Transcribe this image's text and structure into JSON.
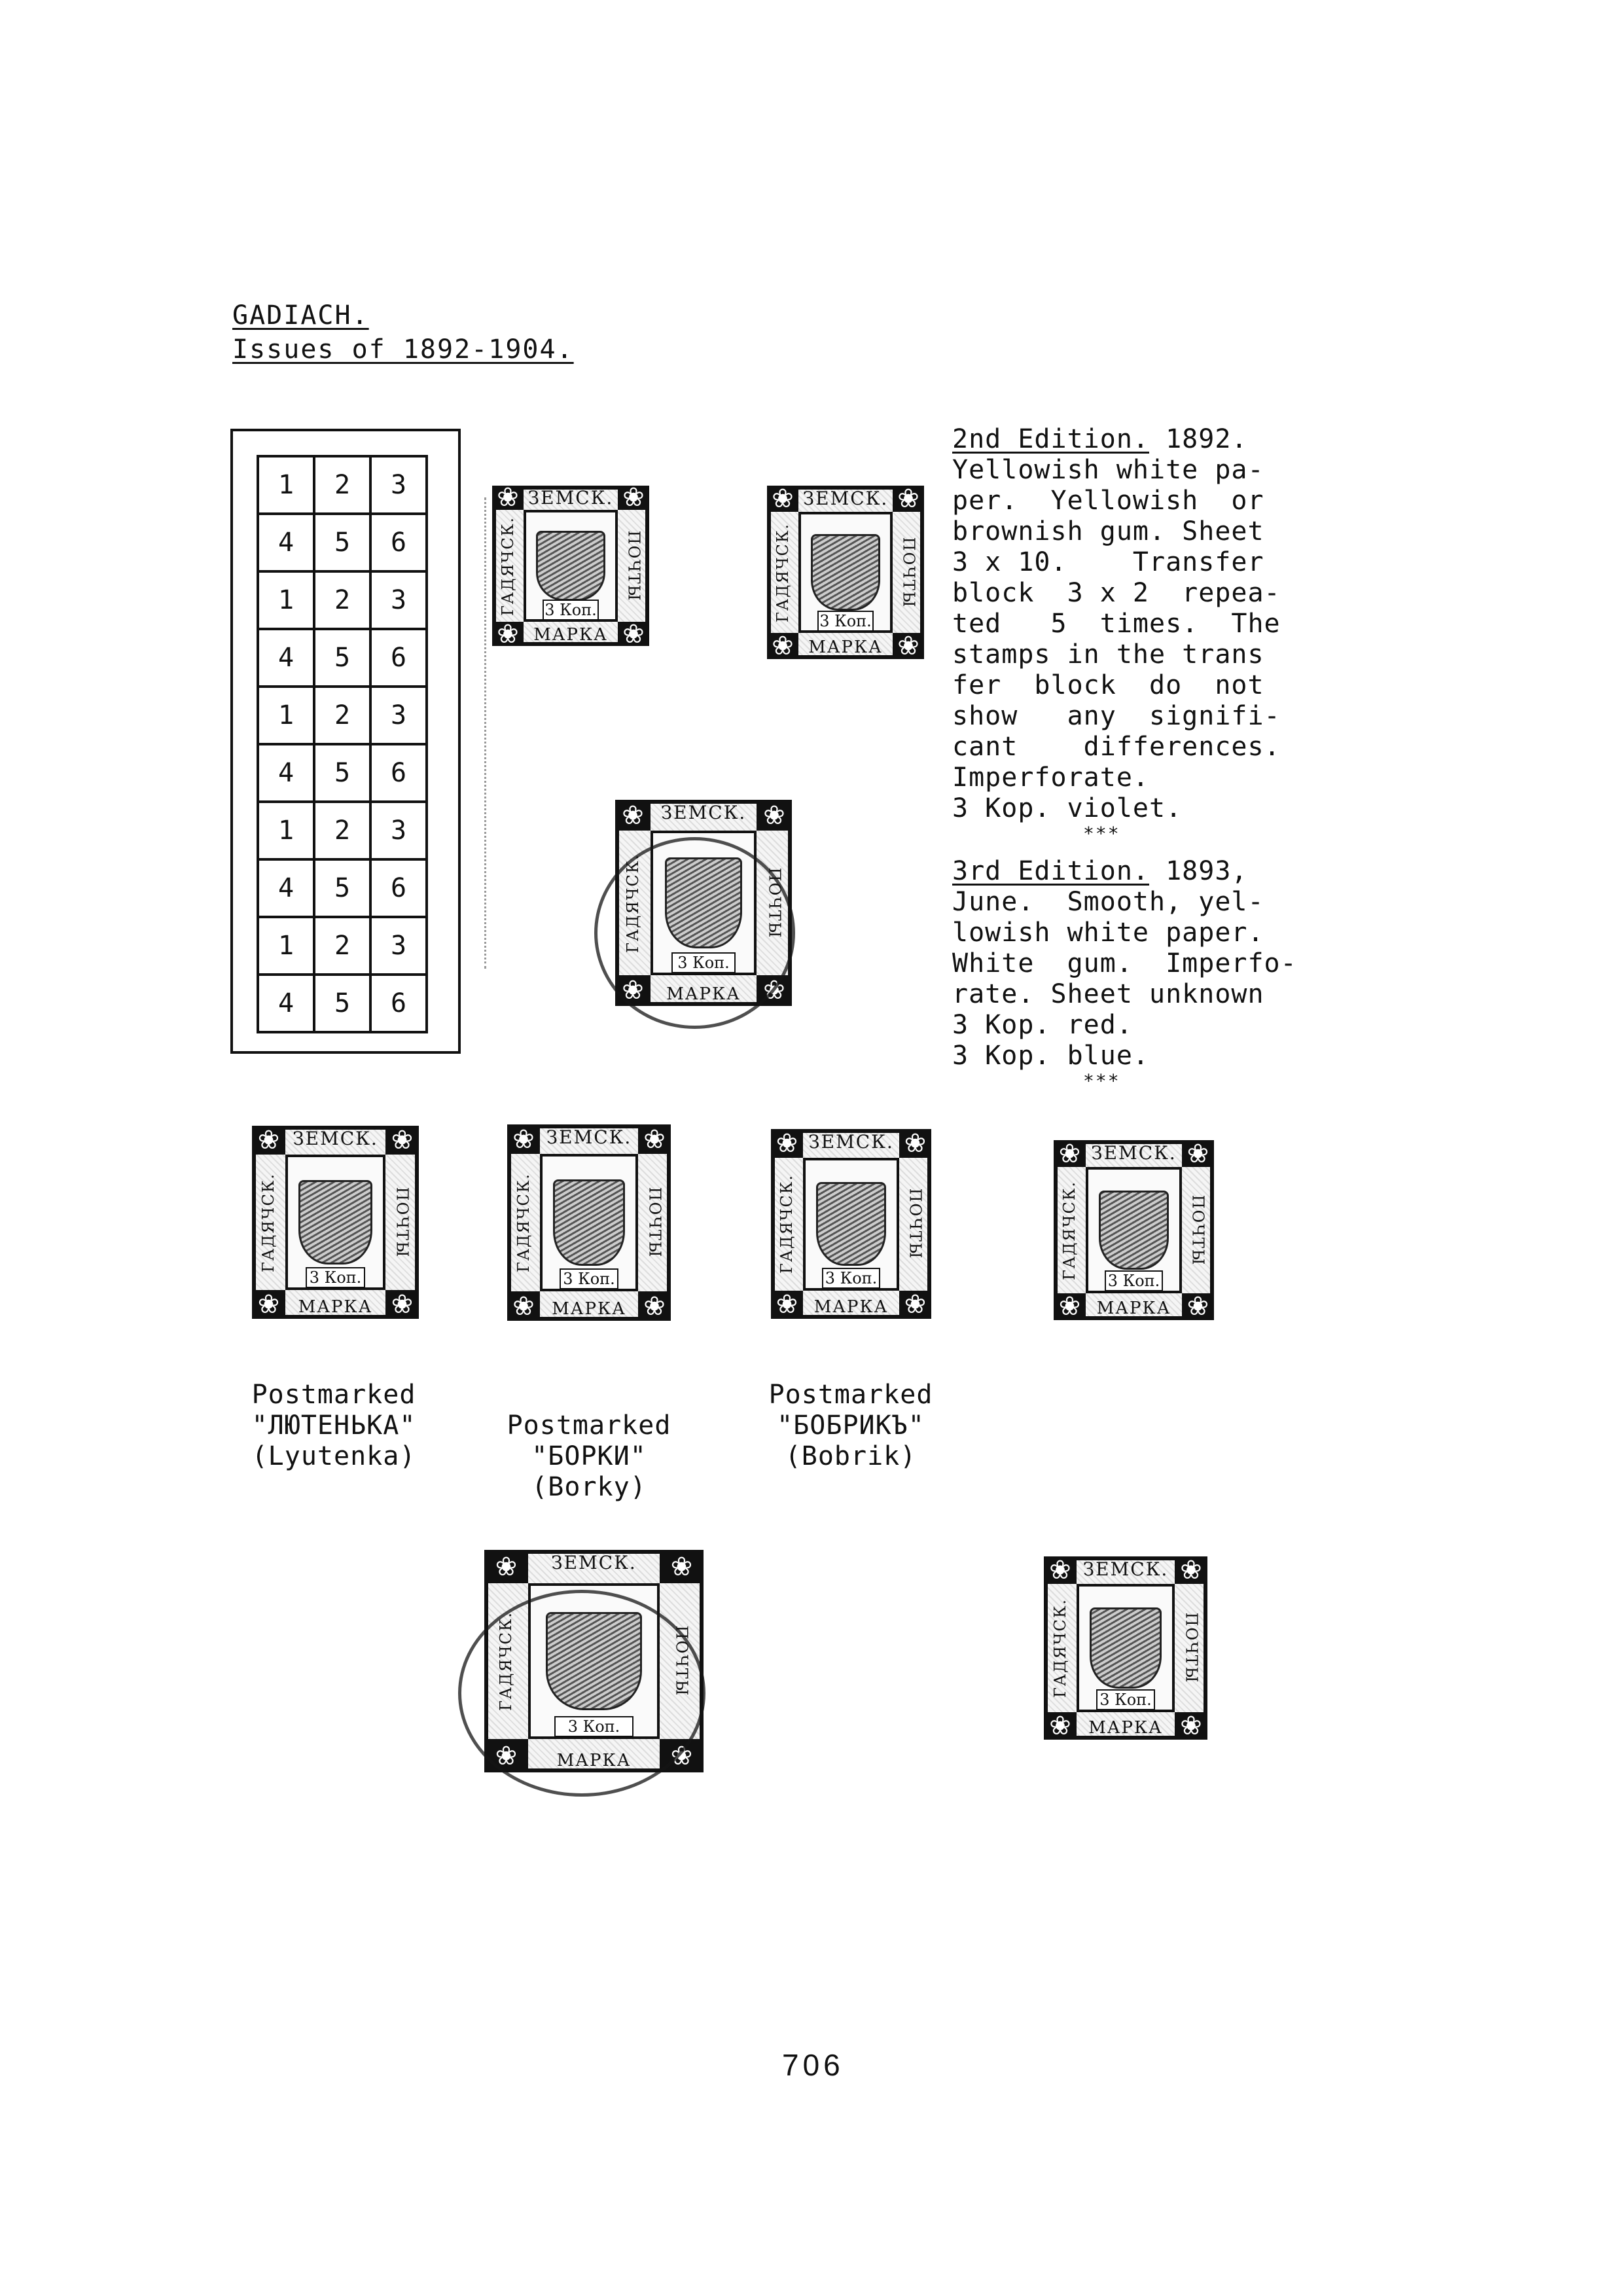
{
  "header": {
    "title": "GADIACH.",
    "subtitle": "Issues of 1892-1904."
  },
  "sheet": {
    "rows": [
      [
        "1",
        "2",
        "3"
      ],
      [
        "4",
        "5",
        "6"
      ],
      [
        "1",
        "2",
        "3"
      ],
      [
        "4",
        "5",
        "6"
      ],
      [
        "1",
        "2",
        "3"
      ],
      [
        "4",
        "5",
        "6"
      ],
      [
        "1",
        "2",
        "3"
      ],
      [
        "4",
        "5",
        "6"
      ],
      [
        "1",
        "2",
        "3"
      ],
      [
        "4",
        "5",
        "6"
      ]
    ]
  },
  "edition2": {
    "heading": "2nd Edition.",
    "year": " 1892.",
    "lines": [
      "Yellowish white pa-",
      "per.  Yellowish  or",
      "brownish gum. Sheet",
      "3 x 10.    Transfer",
      "block  3 x 2  repea-",
      "ted   5  times.  The",
      "stamps in the trans",
      "fer  block  do  not",
      "show   any  signifi-",
      "cant    differences.",
      "Imperforate.",
      "3 Kop. violet."
    ],
    "stars": "***"
  },
  "edition3": {
    "heading": "3rd Edition.",
    "year": " 1893,",
    "lines": [
      "June.  Smooth, yel-",
      "lowish white paper.",
      "White  gum.  Imperfo-",
      "rate. Sheet unknown",
      "3 Kop. red.",
      "3 Kop. blue."
    ],
    "stars": "***"
  },
  "stamp_text": {
    "top": "ЗЕМСК.",
    "bottom": "МАРКА",
    "left": "ГАДЯЧСК.",
    "right": "ПОЧТЫ",
    "value": "3 Коп."
  },
  "captions": {
    "lyutenka": [
      "Postmarked",
      "\"ЛЮТЕНЬКА\"",
      "(Lyutenka)"
    ],
    "borky": [
      "Postmarked",
      "\"БОРКИ\"",
      "(Borky)"
    ],
    "bobrik": [
      "Postmarked",
      "\"БОБРИКЪ\"",
      "(Bobrik)"
    ]
  },
  "page_number": "706"
}
